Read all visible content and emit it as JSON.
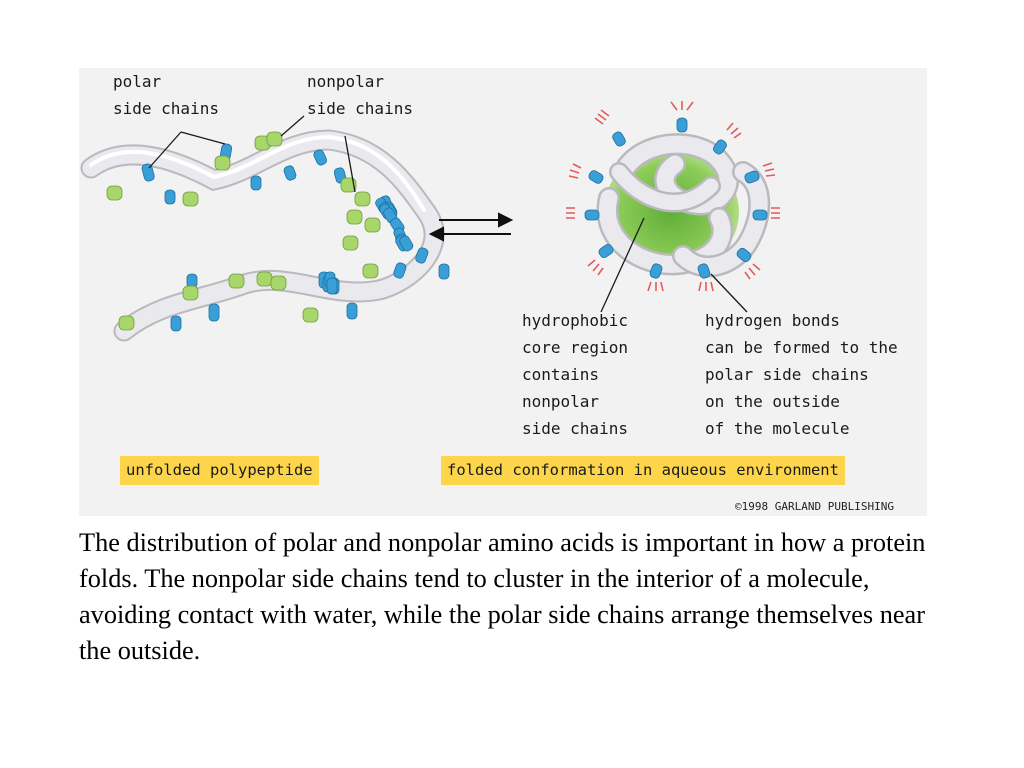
{
  "figure": {
    "labels": {
      "polar_side_chains": "polar\nside chains",
      "nonpolar_side_chains": "nonpolar\nside chains",
      "hydrophobic_core": "hydrophobic\ncore region\ncontains\nnonpolar\nside chains",
      "hydrogen_bonds": "hydrogen bonds\ncan be formed to the\npolar side chains\non the outside\nof the molecule"
    },
    "captions": {
      "unfolded": "unfolded polypeptide",
      "folded": "folded conformation in aqueous environment"
    },
    "copyright": "©1998 GARLAND PUBLISHING",
    "colors": {
      "polar": "#3a9fd6",
      "nonpolar": "#a9d66a",
      "chain": "#eaeaee",
      "core": "#7cc24a",
      "hbond": "#e25b5b",
      "caption_bg": "#fcd54b"
    }
  },
  "body_text": "The distribution of polar and nonpolar amino acids is important in how a protein folds.  The nonpolar side chains tend to cluster in the interior of a molecule, avoiding contact with water, while the polar side chains arrange themselves near the outside."
}
